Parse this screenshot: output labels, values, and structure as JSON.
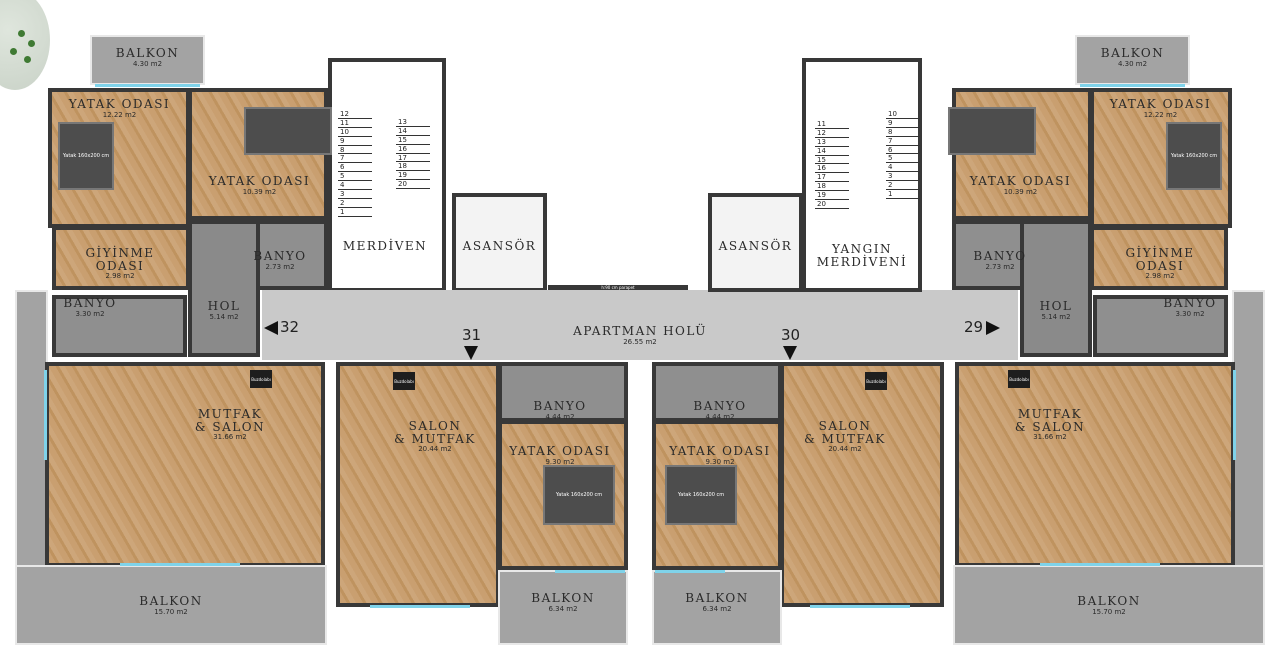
{
  "left_unit": {
    "rooms": [
      {
        "name": "YATAK ODASI",
        "area": "12.22 m2"
      },
      {
        "name": "YATAK ODASI",
        "area": "10.39 m2"
      },
      {
        "name": "GİYİNME\nODASI",
        "area": "2.98 m2"
      },
      {
        "name": "BANYO",
        "area": "2.73 m2"
      },
      {
        "name": "HOL",
        "area": "5.14 m2"
      },
      {
        "name": "BANYO",
        "area": "3.30 m2"
      },
      {
        "name": "MUTFAK\n& SALON",
        "area": "31.66 m2"
      },
      {
        "name": "BALKON",
        "area": "4.30 m2"
      },
      {
        "name": "BALKON",
        "area": "15.70 m2"
      }
    ],
    "door_number": "32",
    "bed_label": "Yatak 160x200 cm",
    "fridge_label": "Buzdolabı"
  },
  "center": {
    "rooms": [
      {
        "name": "MERDİVEN",
        "area": ""
      },
      {
        "name": "ASANSÖR",
        "area": ""
      },
      {
        "name": "APARTMAN HOLÜ",
        "area": "26.55 m2"
      },
      {
        "name": "ASANSÖR",
        "area": ""
      },
      {
        "name": "YANGIN\nMERDİVENİ",
        "area": ""
      }
    ],
    "parapet_label": "h:90 cm parapet",
    "left_stair_steps_a": [
      "12",
      "11",
      "10",
      "9",
      "8",
      "7",
      "6",
      "5",
      "4",
      "3",
      "2",
      "1"
    ],
    "left_stair_steps_b": [
      "13",
      "14",
      "15",
      "16",
      "17",
      "18",
      "19",
      "20"
    ],
    "right_stair_steps_a": [
      "11",
      "12",
      "13",
      "14",
      "15",
      "16",
      "17",
      "18",
      "19",
      "20"
    ],
    "right_stair_steps_b": [
      "10",
      "9",
      "8",
      "7",
      "6",
      "5",
      "4",
      "3",
      "2",
      "1"
    ]
  },
  "mid_left_unit": {
    "rooms": [
      {
        "name": "SALON\n& MUTFAK",
        "area": "20.44 m2"
      },
      {
        "name": "BANYO",
        "area": "4.44 m2"
      },
      {
        "name": "YATAK ODASI",
        "area": "9.30 m2"
      },
      {
        "name": "BALKON",
        "area": "6.34 m2"
      }
    ],
    "door_number": "31",
    "bed_label": "Yatak 160x200 cm",
    "fridge_label": "Buzdolabı"
  },
  "mid_right_unit": {
    "rooms": [
      {
        "name": "SALON\n& MUTFAK",
        "area": "20.44 m2"
      },
      {
        "name": "BANYO",
        "area": "4.44 m2"
      },
      {
        "name": "YATAK ODASI",
        "area": "9.30 m2"
      },
      {
        "name": "BALKON",
        "area": "6.34 m2"
      }
    ],
    "door_number": "30",
    "bed_label": "Yatak 160x200 cm",
    "fridge_label": "Buzdolabı"
  },
  "right_unit": {
    "rooms": [
      {
        "name": "YATAK ODASI",
        "area": "12.22 m2"
      },
      {
        "name": "YATAK ODASI",
        "area": "10.39 m2"
      },
      {
        "name": "GİYİNME\nODASI",
        "area": "2.98 m2"
      },
      {
        "name": "BANYO",
        "area": "2.73 m2"
      },
      {
        "name": "HOL",
        "area": "5.14 m2"
      },
      {
        "name": "BANYO",
        "area": "3.30 m2"
      },
      {
        "name": "MUTFAK\n& SALON",
        "area": "31.66 m2"
      },
      {
        "name": "BALKON",
        "area": "4.30 m2"
      },
      {
        "name": "BALKON",
        "area": "15.70 m2"
      }
    ],
    "door_number": "29",
    "bed_label": "Yatak 160x200 cm",
    "fridge_label": "Buzdolabı"
  },
  "colors": {
    "wood": "#c99f70",
    "wall": "#383838",
    "tile": "#8f8f8f",
    "window": "#7fd3ea"
  }
}
